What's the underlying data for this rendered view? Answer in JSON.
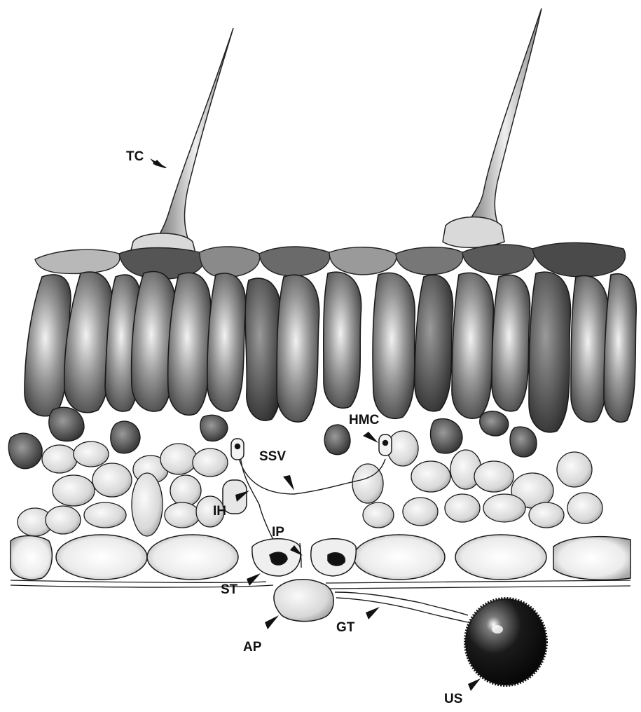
{
  "labels": {
    "tc": "TC",
    "hmc": "HMC",
    "ssv": "SSV",
    "ih": "IH",
    "ip": "IP",
    "st": "ST",
    "ap": "AP",
    "gt": "GT",
    "us": "US"
  }
}
